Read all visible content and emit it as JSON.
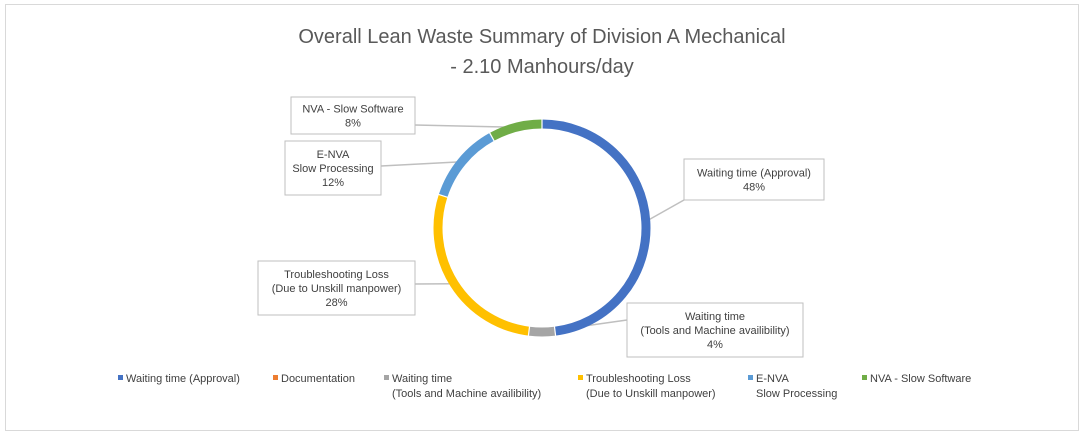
{
  "chart_data": {
    "type": "pie",
    "variant": "doughnut",
    "title_lines": [
      "Overall Lean Waste Summary of Division A Mechanical",
      "- 2.10 Manhours/day"
    ],
    "legend_position": "bottom",
    "series": [
      {
        "name_lines": [
          "Waiting time (Approval)"
        ],
        "value": 48,
        "percent_label": "48%",
        "color": "#4472C4",
        "show_label": true
      },
      {
        "name_lines": [
          "Documentation"
        ],
        "value": 0,
        "percent_label": "",
        "color": "#ED7D31",
        "show_label": false
      },
      {
        "name_lines": [
          "Waiting time",
          "(Tools and Machine availibility)"
        ],
        "value": 4,
        "percent_label": "4%",
        "color": "#A5A5A5",
        "show_label": true
      },
      {
        "name_lines": [
          "Troubleshooting Loss",
          "(Due to Unskill manpower)"
        ],
        "value": 28,
        "percent_label": "28%",
        "color": "#FFC000",
        "show_label": true
      },
      {
        "name_lines": [
          "E-NVA",
          "Slow Processing"
        ],
        "value": 12,
        "percent_label": "12%",
        "color": "#5B9BD5",
        "show_label": true
      },
      {
        "name_lines": [
          "NVA - Slow Software"
        ],
        "value": 8,
        "percent_label": "8%",
        "color": "#70AD47",
        "show_label": true
      }
    ]
  }
}
